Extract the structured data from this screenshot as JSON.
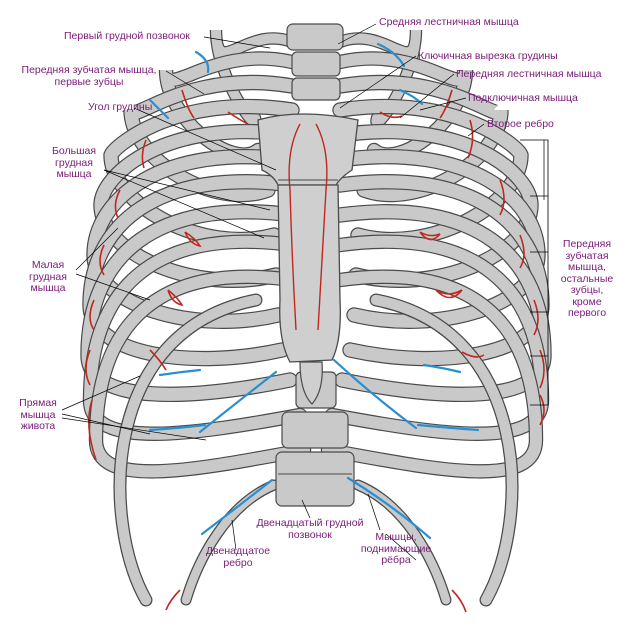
{
  "colors": {
    "bone_fill": "#c9c9c9",
    "bone_stroke": "#4a4a4a",
    "cartilage_fill": "#d9d9d9",
    "muscle_red": "#c0281e",
    "muscle_blue": "#2a8fd0",
    "label_text": "#7a1a78",
    "leader_line": "#000000"
  },
  "labels": {
    "first_thoracic_vertebra": "Первый грудной позвонок",
    "middle_scalene": "Средняя лестничная мышца",
    "clavicular_notch": "Ключичная вырезка грудины",
    "serratus_first": "Передняя зубчатая мышца,\nпервые зубцы",
    "anterior_scalene": "Передняя лестничная мышца",
    "subclavius": "Подключичная мышца",
    "sternal_angle": "Угол грудины",
    "second_rib": "Второе ребро",
    "pectoralis_major": "Большая\nгрудная\nмышца",
    "serratus_rest": "Передняя\nзубчатая\nмышца,\nостальные\nзубцы,\nкроме\nпервого",
    "pectoralis_minor": "Малая\nгрудная\nмышца",
    "rectus_abdominis": "Прямая\nмышца\nживота",
    "twelfth_vertebra": "Двенадцатый грудной\nпозвонок",
    "twelfth_rib": "Двенадцатое\nребро",
    "levatores": "Мышцы,\nподнимающие\nрёбра"
  }
}
